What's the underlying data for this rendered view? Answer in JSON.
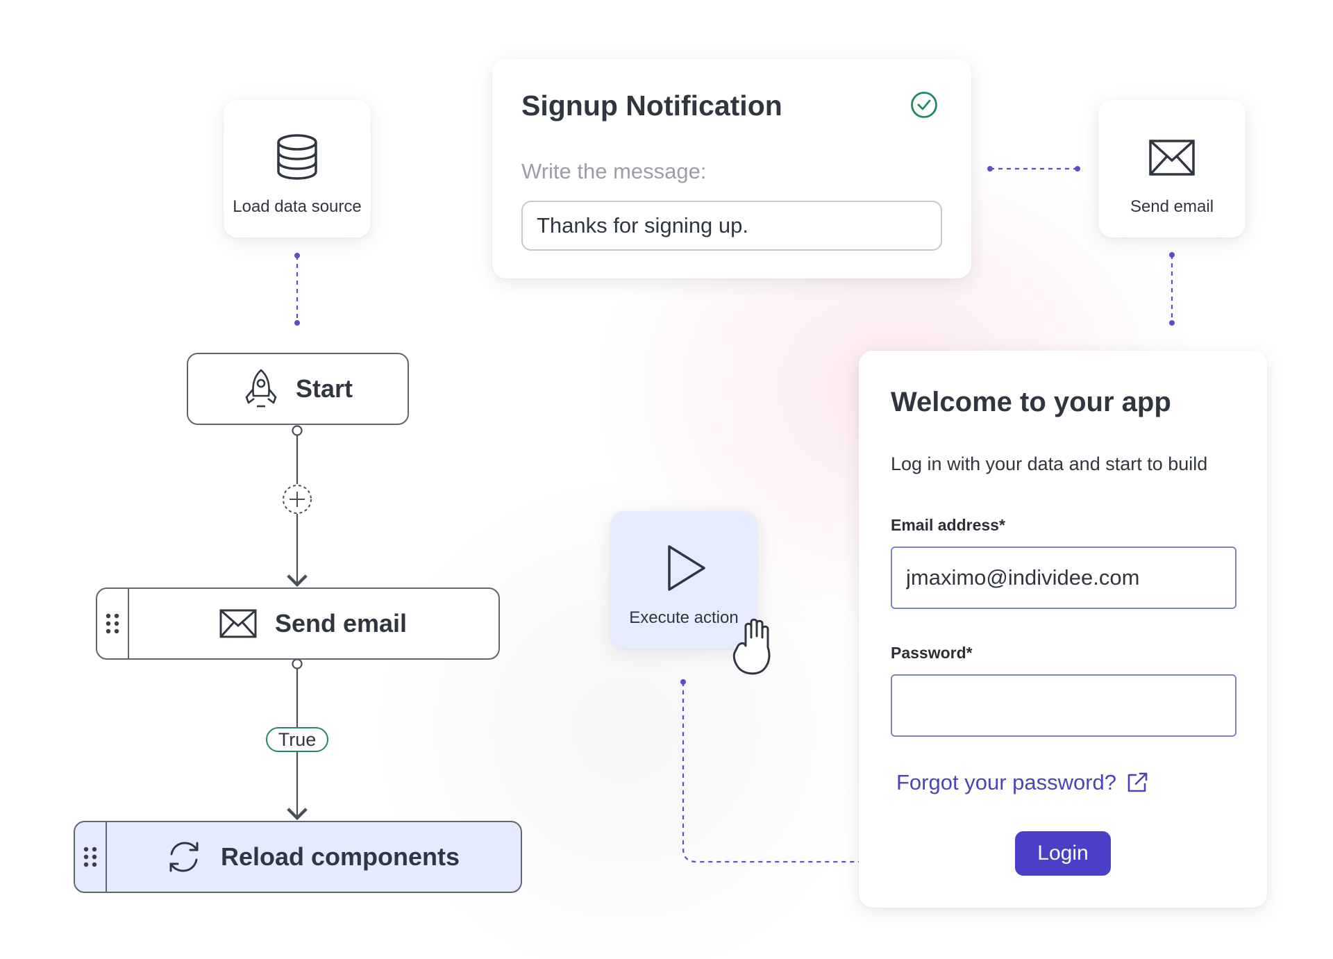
{
  "workflow": {
    "load_source": {
      "label": "Load data source",
      "icon": "database-icon"
    },
    "start": {
      "label": "Start",
      "icon": "rocket-icon"
    },
    "send_email": {
      "label": "Send email",
      "icon": "envelope-icon"
    },
    "condition": {
      "label": "True",
      "color": "#1f8a5b"
    },
    "reload": {
      "label": "Reload components",
      "icon": "refresh-icon",
      "background": "#e5ebfc"
    }
  },
  "notification": {
    "title": "Signup Notification",
    "status_icon": "check-circle-icon",
    "prompt": "Write the message:",
    "message": "Thanks for signing up."
  },
  "send_email_tile": {
    "label": "Send email",
    "icon": "envelope-icon"
  },
  "execute_tile": {
    "label": "Execute action",
    "icon": "play-icon",
    "background": "#e6ecfd"
  },
  "login": {
    "title": "Welcome to your app",
    "subtitle": "Log in with your data and start to build",
    "email_label": "Email address*",
    "email_value": "jmaximo@individee.com",
    "password_label": "Password*",
    "password_value": "",
    "forgot_label": "Forgot your password?",
    "login_button": "Login",
    "accent": "#4a40c8"
  },
  "connector_color": "#5a4fc7"
}
